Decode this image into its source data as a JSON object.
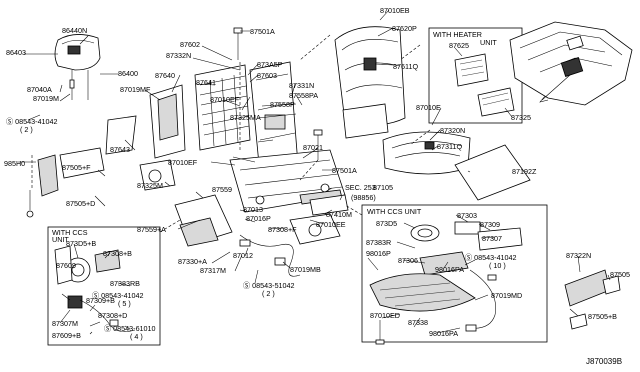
{
  "diagram_code": "J870039B",
  "boxes": {
    "with_heater_unit_line1": "WITH HEATER",
    "with_heater_unit_line2": "UNIT",
    "with_ccs_unit_right": "WITH CCS UNIT",
    "with_ccs_unit_left_line1": "WITH CCS",
    "with_ccs_unit_left_line2": "UNIT"
  },
  "labels": {
    "p86440N": "86440N",
    "p86403": "86403",
    "p86400": "86400",
    "p87040A": "87040A",
    "p87019M": "87019M",
    "p08543_41042_top": "Ⓢ 08543-41042",
    "p08543_41042_top_qty": "( 2 )",
    "p87643": "87643",
    "p985H0": "985H0",
    "p87505F": "87505+F",
    "p87505D": "87505+D",
    "p87501A_top": "87501A",
    "p87602": "87602",
    "p87332N": "87332N",
    "p87640": "87640",
    "p87019MF": "87019MF",
    "p87641": "87641",
    "p873A5P": "873A5P",
    "p87603": "87603",
    "p87331N": "87331N",
    "p87558PA": "87558PA",
    "p87558P": "87558P",
    "p87010EF_a": "87010EF",
    "p87325MA": "87325MA",
    "p87010EF_b": "87010EF",
    "p87325M": "87325M",
    "p87559": "87559",
    "p87559A": "87559+A",
    "p87330A": "87330+A",
    "p87317M": "87317M",
    "p87013": "87013",
    "p87016P": "87016P",
    "p87012": "87012",
    "p87308F": "87308+F",
    "p87019MB": "87019MB",
    "p08543_51042": "Ⓢ 08543-51042",
    "p08543_51042_qty": "( 2 )",
    "p87021": "87021",
    "p87501A_mid": "87501A",
    "p87105": "87105",
    "pSEC253": "SEC. 253",
    "pSEC253_ref": "(98856)",
    "p87410M": "87410M",
    "p87010EE": "87010EE",
    "p87010EB": "87010EB",
    "p87620P": "87620P",
    "p87611Q": "87611Q",
    "p87625": "87625",
    "p87325": "87325",
    "p87010E": "87010E",
    "p87320N": "87320N",
    "p87311Q": "87311Q",
    "p87192Z": "87192Z",
    "p873D5_r": "873D5",
    "p87303": "87303",
    "p87309_r": "87309",
    "p87307": "87307",
    "p87383R": "87383R",
    "p98016P": "98016P",
    "p87306": "87306",
    "p98016PA_a": "98016PA",
    "p08543_41042_r": "Ⓢ 08543-41042",
    "p08543_41042_r_qty": "( 10 )",
    "p87019MD": "87019MD",
    "p87010ED": "87010ED",
    "p87338": "87338",
    "p98016PA_b": "98016PA",
    "p873D5B": "873D5+B",
    "p87308B": "87308+B",
    "p87609_a": "87609",
    "p87383RB": "87383RB",
    "p87309B": "87309+B",
    "p87307M": "87307M",
    "p87308D": "87308+D",
    "p87609B": "87609+B",
    "p08543_41042_l": "Ⓢ 08543-41042",
    "p08543_41042_l_qty": "( 5 )",
    "p08543_61010": "Ⓢ 08543-61010",
    "p08543_61010_qty": "( 4 )",
    "p87322N": "87322N",
    "p87505_r": "87505",
    "p87505B": "87505+B"
  }
}
